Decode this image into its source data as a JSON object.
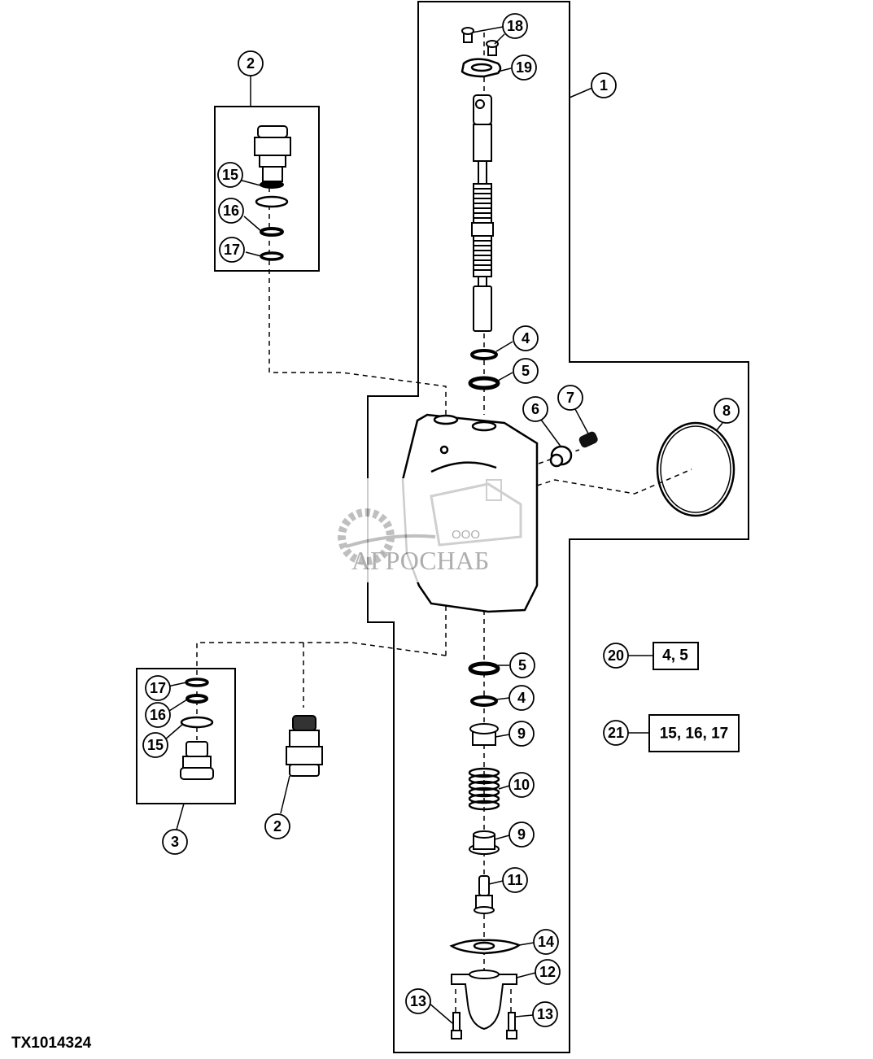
{
  "figure_id": "TX1014324",
  "watermark": {
    "small_text": "ООО",
    "brand_text": "АГРОСНАБ"
  },
  "callouts": {
    "c1": "1",
    "c2_top": "2",
    "c2_bottom": "2",
    "c3": "3",
    "c4_top": "4",
    "c4_bottom": "4",
    "c5_top": "5",
    "c5_bottom": "5",
    "c6": "6",
    "c7": "7",
    "c8": "8",
    "c9_top": "9",
    "c9_bottom": "9",
    "c10": "10",
    "c11": "11",
    "c12": "12",
    "c13_left": "13",
    "c13_right": "13",
    "c14": "14",
    "c15_top": "15",
    "c15_bottom": "15",
    "c16_top": "16",
    "c16_bottom": "16",
    "c17_top": "17",
    "c17_bottom": "17",
    "c18": "18",
    "c19": "19",
    "c20": "20",
    "c21": "21"
  },
  "kits": [
    {
      "callout": "20",
      "contents": "4, 5"
    },
    {
      "callout": "21",
      "contents": "15, 16, 17"
    }
  ],
  "colors": {
    "line": "#000000",
    "background": "#ffffff",
    "watermark": "#9a9a9a"
  }
}
